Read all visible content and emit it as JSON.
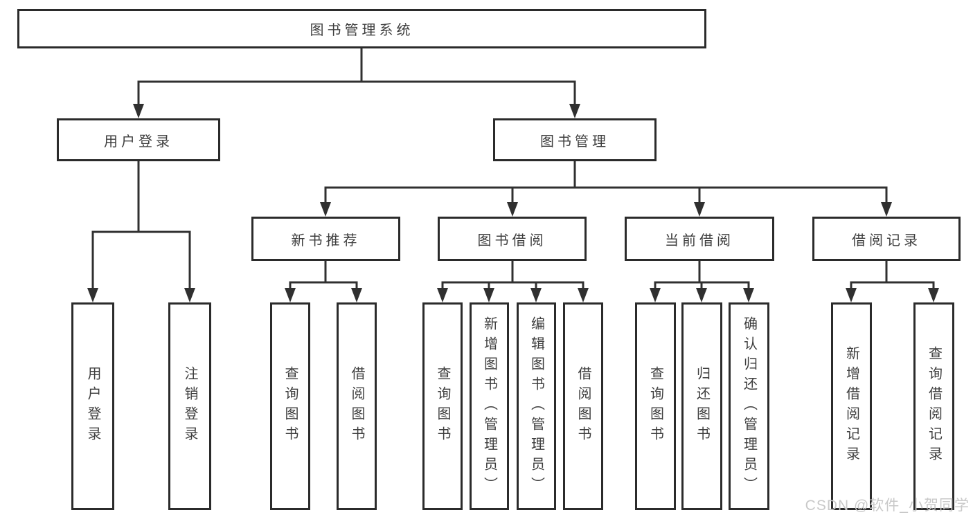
{
  "diagram": {
    "root": "图书管理系统",
    "level2": {
      "user_login": "用户登录",
      "book_management": "图书管理"
    },
    "level3": {
      "new_book_recommend": "新书推荐",
      "book_borrow": "图书借阅",
      "current_borrow": "当前借阅",
      "borrow_records": "借阅记录"
    },
    "leaves": {
      "user_login": "用户登录",
      "logout": "注销登录",
      "recommend_query_book": "查询图书",
      "recommend_borrow_book": "借阅图书",
      "borrow_query_book": "查询图书",
      "borrow_add_book": "新增图书（管理员）",
      "borrow_edit_book": "编辑图书（管理员）",
      "borrow_borrow_book": "借阅图书",
      "current_query_book": "查询图书",
      "current_return_book": "归还图书",
      "current_confirm_return": "确认归还（管理员）",
      "records_add_record": "新增借阅记录",
      "records_query_record": "查询借阅记录"
    }
  },
  "watermark": "CSDN @软件_小贺同学",
  "colors": {
    "line": "#303030",
    "box_border": "#2b2b2b",
    "text": "#3e3e3e",
    "watermark": "#c9c9c9",
    "background": "#ffffff"
  }
}
